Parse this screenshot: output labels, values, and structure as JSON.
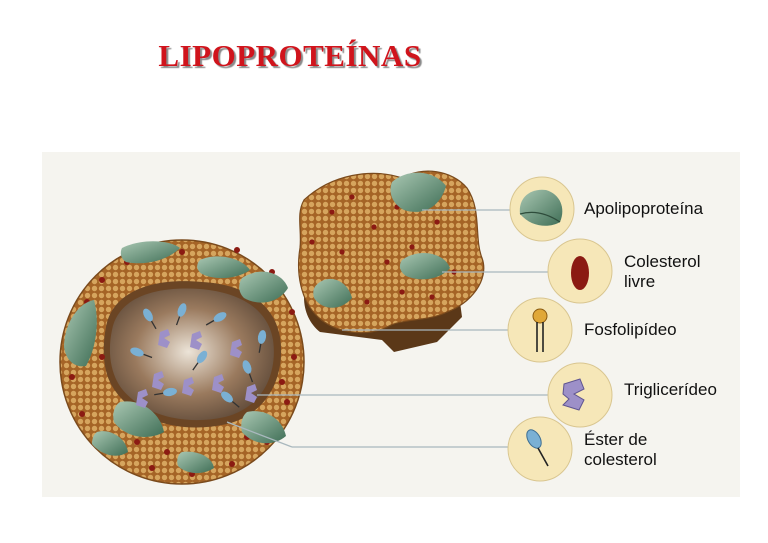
{
  "title": "LIPOPROTEÍNAS",
  "colors": {
    "title": "#d0141c",
    "background": "#ffffff",
    "panel": "#f5f4ef",
    "shell_base": "#a56426",
    "shell_bead": "#d6a55e",
    "red_dot": "#8b1a12",
    "green_protein": "#5d8a70",
    "core_center": "#ece4d8",
    "core_edge": "#5a4636",
    "ester_blue": "#7ab0d4",
    "triglyceride_purple": "#9d90c8",
    "circle_fill": "#f6e7b8",
    "leader_line": "#a9b8be"
  },
  "labels": [
    {
      "id": "apolipoproteina",
      "lines": [
        "Apolipoproteína"
      ],
      "icon": "apolipoprotein-icon"
    },
    {
      "id": "colesterol-livre",
      "lines": [
        "Colesterol",
        "livre"
      ],
      "icon": "free-cholesterol-icon"
    },
    {
      "id": "fosfolipideo",
      "lines": [
        "Fosfolipídeo"
      ],
      "icon": "phospholipid-icon"
    },
    {
      "id": "triglicerideo",
      "lines": [
        "Triglicerídeo"
      ],
      "icon": "triglyceride-icon"
    },
    {
      "id": "ester-colesterol",
      "lines": [
        "Éster de",
        "colesterol"
      ],
      "icon": "cholesterol-ester-icon"
    }
  ]
}
